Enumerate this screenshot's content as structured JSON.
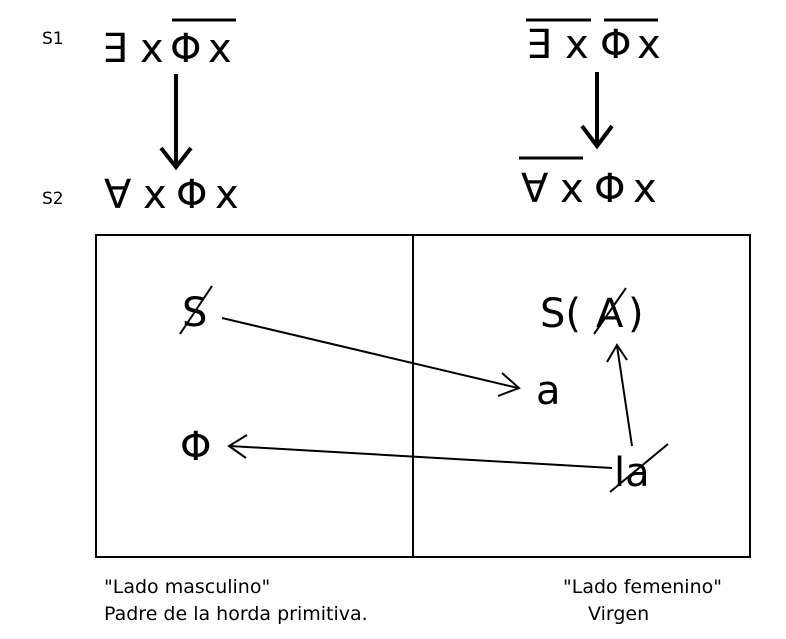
{
  "rows": {
    "s1_label": "S1",
    "s2_label": "S2"
  },
  "left_formulas": {
    "s1": {
      "quant": "∃",
      "var": "x",
      "phi": "Φ",
      "arg": "x"
    },
    "s2": {
      "quant": "∀",
      "var": "x",
      "phi": "Φ",
      "arg": "x"
    }
  },
  "right_formulas": {
    "s1": {
      "quant": "∃",
      "var": "x",
      "phi": "Φ",
      "arg": "x"
    },
    "s2": {
      "quant": "∀",
      "var": "x",
      "phi": "Φ",
      "arg": "x"
    }
  },
  "box": {
    "left": {
      "subject": "S",
      "phallus": "Φ"
    },
    "right": {
      "signifier_open": "S(",
      "signifier_A": "A",
      "signifier_close": ")",
      "object_a": "a",
      "la": "la"
    }
  },
  "captions": {
    "left_title": "\"Lado masculino\"",
    "left_sub": "Padre de la horda primitiva.",
    "right_title": "\"Lado femenino\"",
    "right_sub": "Virgen"
  }
}
